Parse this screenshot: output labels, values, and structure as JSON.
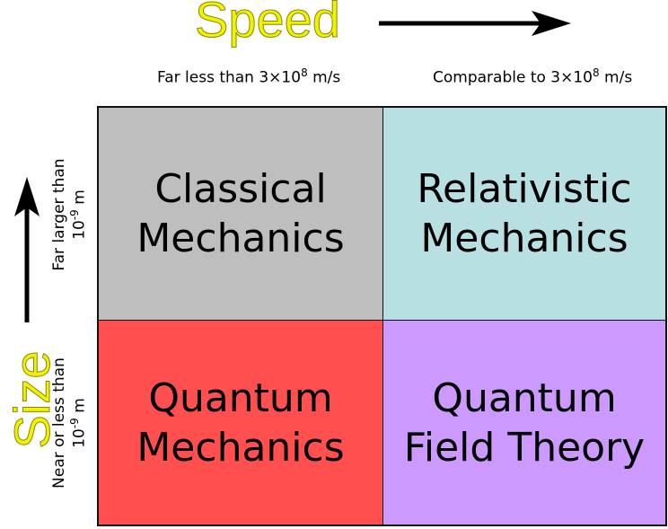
{
  "axes": {
    "speed": {
      "title": "Speed",
      "title_color": "#f2f200",
      "arrow_direction": "right",
      "columns": [
        {
          "prefix": "Far less than 3×10",
          "exponent": "8",
          "suffix": " m/s"
        },
        {
          "prefix": "Comparable to 3×10",
          "exponent": "8",
          "suffix": " m/s"
        }
      ]
    },
    "size": {
      "title": "Size",
      "title_color": "#f2f200",
      "arrow_direction": "up",
      "rows": [
        {
          "line1": "Far larger than",
          "base": "10",
          "exponent": "-9",
          "suffix": " m"
        },
        {
          "line1": "Near or less than",
          "base": "10",
          "exponent": "-9",
          "suffix": " m"
        }
      ]
    }
  },
  "quadrants": [
    {
      "line1": "Classical",
      "line2": "Mechanics",
      "color": "#bebebe"
    },
    {
      "line1": "Relativistic",
      "line2": "Mechanics",
      "color": "#b8dfe2"
    },
    {
      "line1": "Quantum",
      "line2": "Mechanics",
      "color": "#ff4f4f"
    },
    {
      "line1": "Quantum",
      "line2": "Field Theory",
      "color": "#cc99ff"
    }
  ]
}
